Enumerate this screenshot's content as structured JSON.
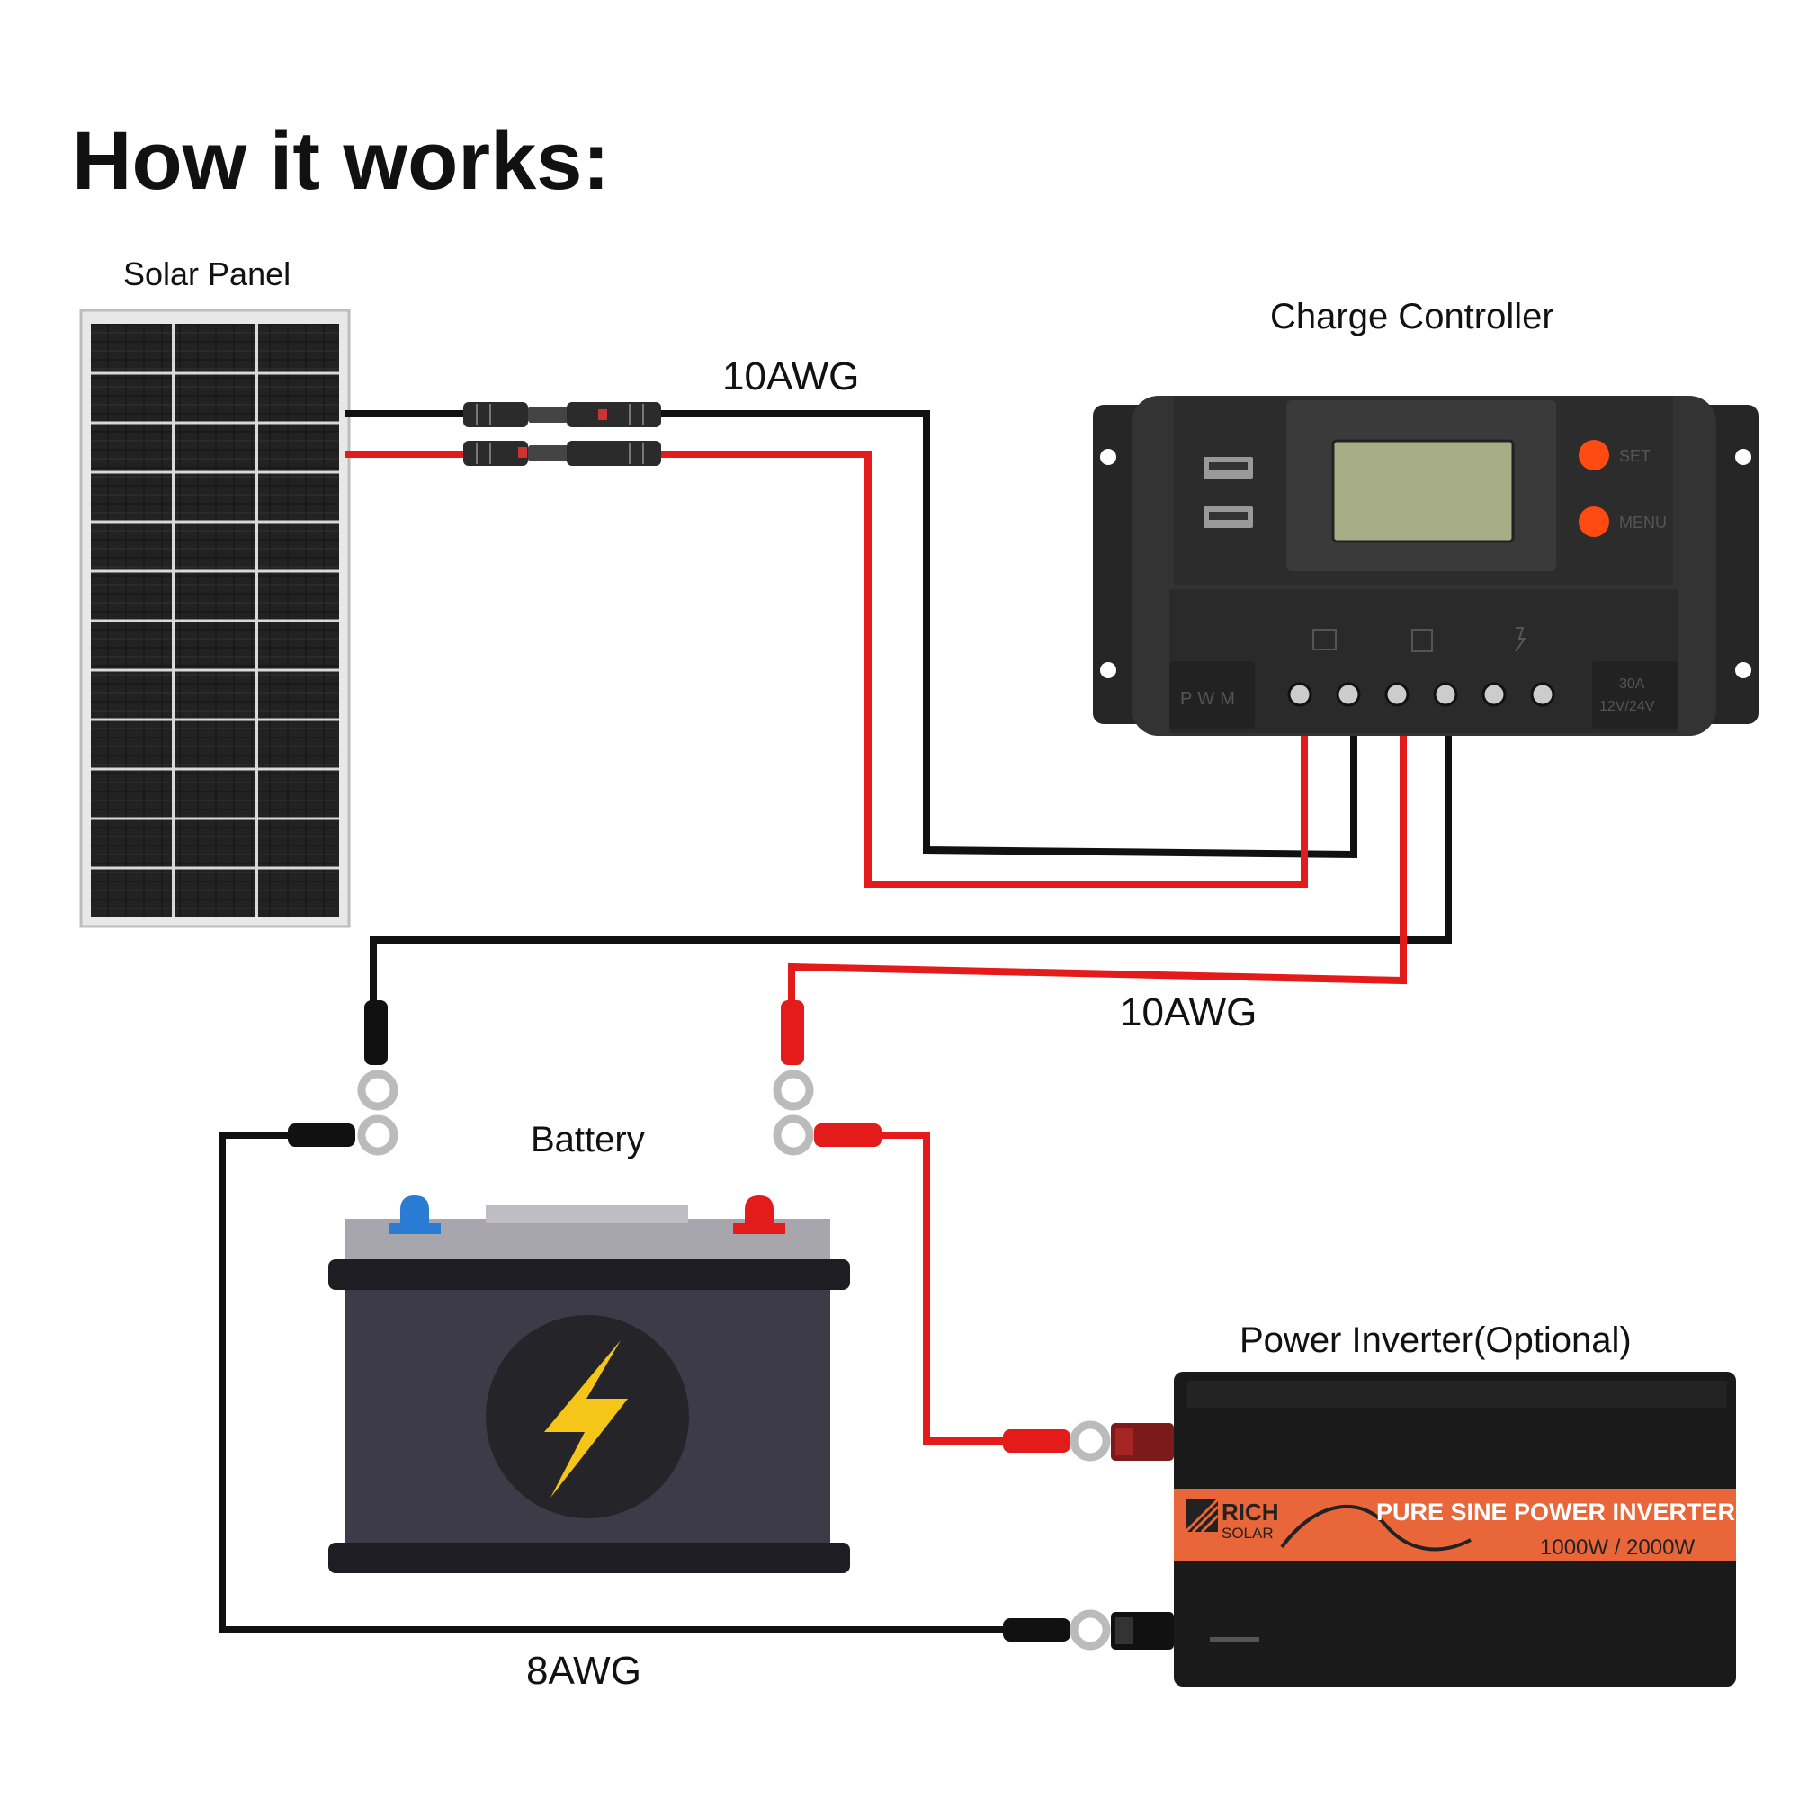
{
  "title": "How it works:",
  "labels": {
    "solar_panel": "Solar Panel",
    "charge_controller": "Charge Controller",
    "battery": "Battery",
    "power_inverter": "Power Inverter(Optional)",
    "wire_panel_to_controller": "10AWG",
    "wire_controller_to_battery": "10AWG",
    "wire_battery_to_inverter": "8AWG"
  },
  "controller": {
    "set_button": "SET",
    "menu_button": "MENU",
    "mode": "PWM",
    "rating_line1": "30A",
    "rating_line2": "12V/24V"
  },
  "inverter": {
    "brand_line1": "RICH",
    "brand_line2": "SOLAR",
    "product": "PURE SINE POWER INVERTER",
    "rating": "1000W / 2000W"
  },
  "colors": {
    "positive_wire": "#e31b1b",
    "negative_wire": "#111111",
    "inverter_band": "#e8663a",
    "battery_body": "#3d3b47",
    "lightning": "#f5c518"
  }
}
